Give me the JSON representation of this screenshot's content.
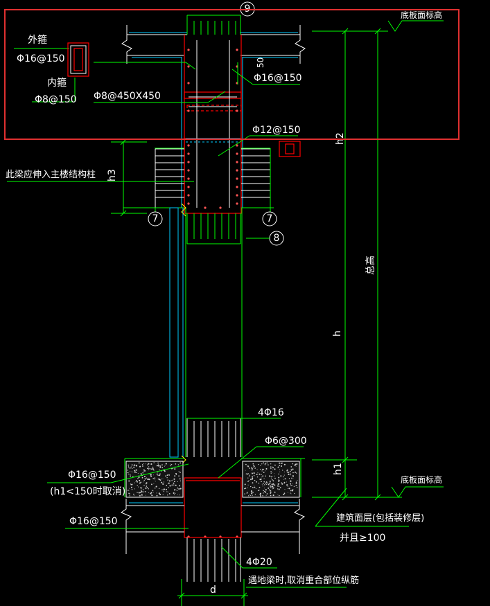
{
  "colors": {
    "background": "#000000",
    "line_green": "#00ff00",
    "line_white": "#ffffff",
    "line_red": "#ff0000",
    "line_cyan": "#00ccff",
    "line_yellow": "#ffff00",
    "highlight_box": "#e03030",
    "text": "#ffffff"
  },
  "markers": {
    "m9": "9",
    "m7_left": "7",
    "m7_right": "7",
    "m8": "8"
  },
  "labels": {
    "floor_top_elevation_top": "底板面标高",
    "floor_top_elevation_bottom": "底板面标高",
    "outer_stirrup": "外箍",
    "outer_stirrup_spec": "Φ16@150",
    "inner_stirrup": "内箍",
    "inner_stirrup_spec": "Φ8@150",
    "dim_50": "50",
    "rebar_phi16_150_right": "Φ16@150",
    "rebar_phi8_450": "Φ8@450X450",
    "rebar_phi12_150": "Φ12@150",
    "h2": "h2",
    "h3": "h3",
    "beam_extend_note": "此梁应伸入主楼结构柱",
    "h_total": "总高",
    "h": "h",
    "rebar_4phi16": "4Φ16",
    "rebar_phi6_300": "Φ6@300",
    "rebar_phi16_150_left": "Φ16@150",
    "h1_note": "(h1<150时取消)",
    "rebar_phi16_150_lower": "Φ16@150",
    "h1": "h1",
    "building_surface_note": "建筑面层(包括装修层)",
    "and_ge_100": "并且≥100",
    "rebar_4phi20": "4Φ20",
    "ground_beam_note": "遇地梁时,取消重合部位纵筋",
    "dim_d": "d"
  }
}
